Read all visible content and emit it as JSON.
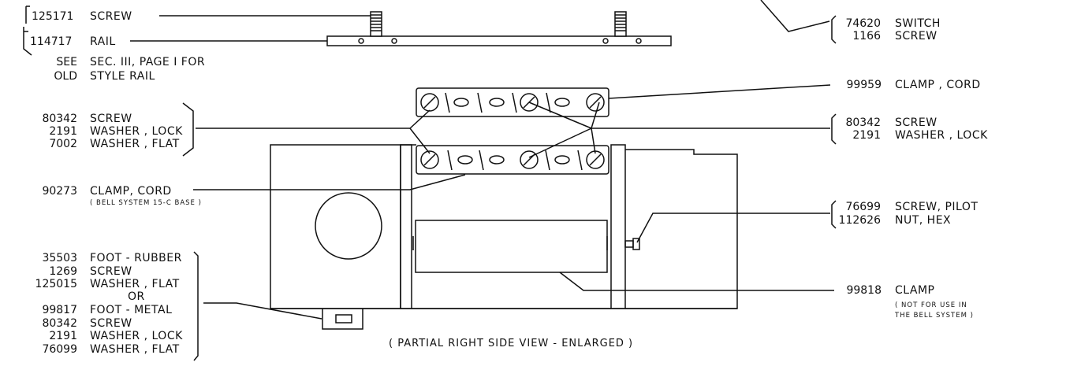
{
  "top_left": {
    "screw": {
      "part": "125171",
      "name": "SCREW"
    },
    "rail": {
      "part": "114717",
      "name": "RAIL"
    },
    "note_line1": {
      "prefix": "SEE",
      "text": "SEC. III, PAGE I FOR"
    },
    "note_line2": {
      "prefix": "OLD",
      "text": "STYLE RAIL"
    }
  },
  "top_right": {
    "switch": {
      "part": "74620",
      "name": "SWITCH"
    },
    "screw": {
      "part": "1166",
      "name": "SCREW"
    }
  },
  "upper_clamp_group": [
    {
      "part": "80342",
      "name": "SCREW"
    },
    {
      "part": "2191",
      "name": "WASHER , LOCK"
    },
    {
      "part": "7002",
      "name": "WASHER , FLAT"
    }
  ],
  "clamp_cord_left": {
    "part": "90273",
    "name": "CLAMP, CORD",
    "note": "( BELL SYSTEM 15-C BASE )"
  },
  "foot_group": [
    {
      "part": "35503",
      "name": "FOOT - RUBBER"
    },
    {
      "part": "1269",
      "name": "SCREW"
    },
    {
      "part": "125015",
      "name": "WASHER , FLAT"
    },
    {
      "part": "",
      "name": "OR"
    },
    {
      "part": "99817",
      "name": "FOOT - METAL"
    },
    {
      "part": "80342",
      "name": "SCREW"
    },
    {
      "part": "2191",
      "name": "WASHER , LOCK"
    },
    {
      "part": "76099",
      "name": "WASHER , FLAT"
    }
  ],
  "clamp_cord_right": {
    "part": "99959",
    "name": "CLAMP , CORD"
  },
  "right_screw_group": [
    {
      "part": "80342",
      "name": "SCREW"
    },
    {
      "part": "2191",
      "name": "WASHER , LOCK"
    }
  ],
  "pilot_group": [
    {
      "part": "76699",
      "name": "SCREW, PILOT"
    },
    {
      "part": "112626",
      "name": "NUT, HEX"
    }
  ],
  "clamp_bottom": {
    "part": "99818",
    "name": "CLAMP",
    "note1": "( NOT FOR USE IN",
    "note2": "THE BELL SYSTEM )"
  },
  "caption": "( PARTIAL RIGHT SIDE VIEW - ENLARGED )"
}
